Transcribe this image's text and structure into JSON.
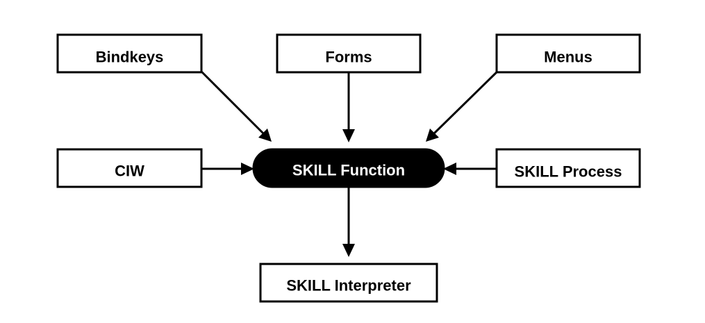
{
  "diagram": {
    "nodes": {
      "bindkeys": "Bindkeys",
      "forms": "Forms",
      "menus": "Menus",
      "ciw": "CIW",
      "skill_function": "SKILL Function",
      "skill_process": "SKILL Process",
      "skill_interpreter": "SKILL Interpreter"
    },
    "edges": [
      {
        "from": "Bindkeys",
        "to": "SKILL Function"
      },
      {
        "from": "Forms",
        "to": "SKILL Function"
      },
      {
        "from": "Menus",
        "to": "SKILL Function"
      },
      {
        "from": "CIW",
        "to": "SKILL Function"
      },
      {
        "from": "SKILL Process",
        "to": "SKILL Function"
      },
      {
        "from": "SKILL Function",
        "to": "SKILL Interpreter"
      }
    ]
  }
}
